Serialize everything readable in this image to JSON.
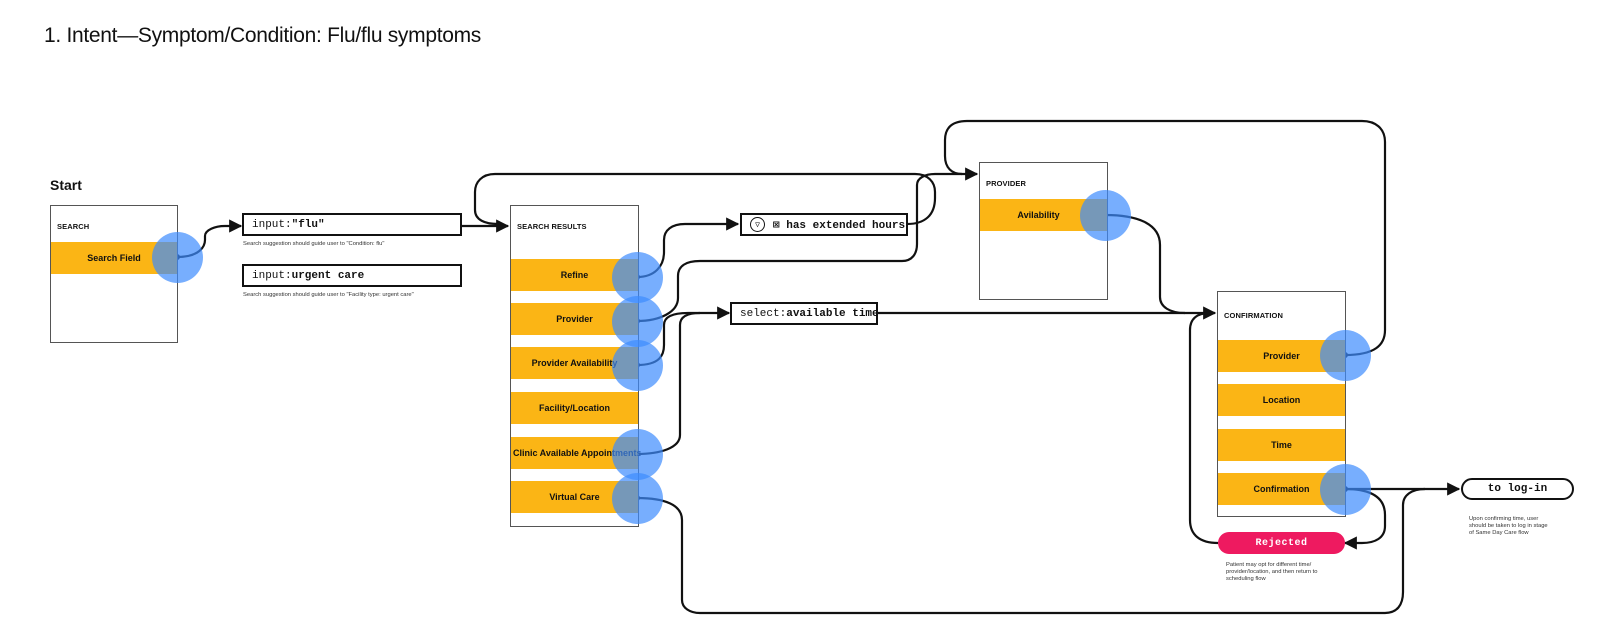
{
  "title": "1. Intent—Symptom/Condition: Flu/flu symptoms",
  "start_label": "Start",
  "search_screen": {
    "title": "SEARCH",
    "field": "Search Field"
  },
  "inputs": [
    {
      "key": "input:",
      "value": "\"flu\"",
      "note": "Search suggestion should guide user to \"Condition: flu\""
    },
    {
      "key": "input:",
      "value": "urgent care",
      "note": "Search suggestion should guide user to \"Facility type: urgent care\""
    }
  ],
  "results_screen": {
    "title": "SEARCH RESULTS",
    "items": [
      "Refine",
      "Provider",
      "Provider Availability",
      "Facility/Location",
      "Clinic Available Appointments",
      "Virtual Care"
    ]
  },
  "filter_tag": {
    "icon": "filter-icon",
    "text": "⊠ has extended hours"
  },
  "select_tag": {
    "key": "select:",
    "value": "available time"
  },
  "provider_screen": {
    "title": "PROVIDER",
    "item": "Avilability"
  },
  "confirmation_screen": {
    "title": "CONFIRMATION",
    "items": [
      "Provider",
      "Location",
      "Time",
      "Confirmation"
    ]
  },
  "rejected": {
    "label": "Rejected",
    "note": "Patient may opt for different time/ provider/location, and then return to scheduling flow"
  },
  "login": {
    "label": "to log-in",
    "note": "Upon confirming time, user should be taken to log in stage of Same Day Care flow"
  },
  "colors": {
    "bar": "#fbb515",
    "hotspot": "#3d8bfd",
    "rejected": "#ee1a60"
  }
}
